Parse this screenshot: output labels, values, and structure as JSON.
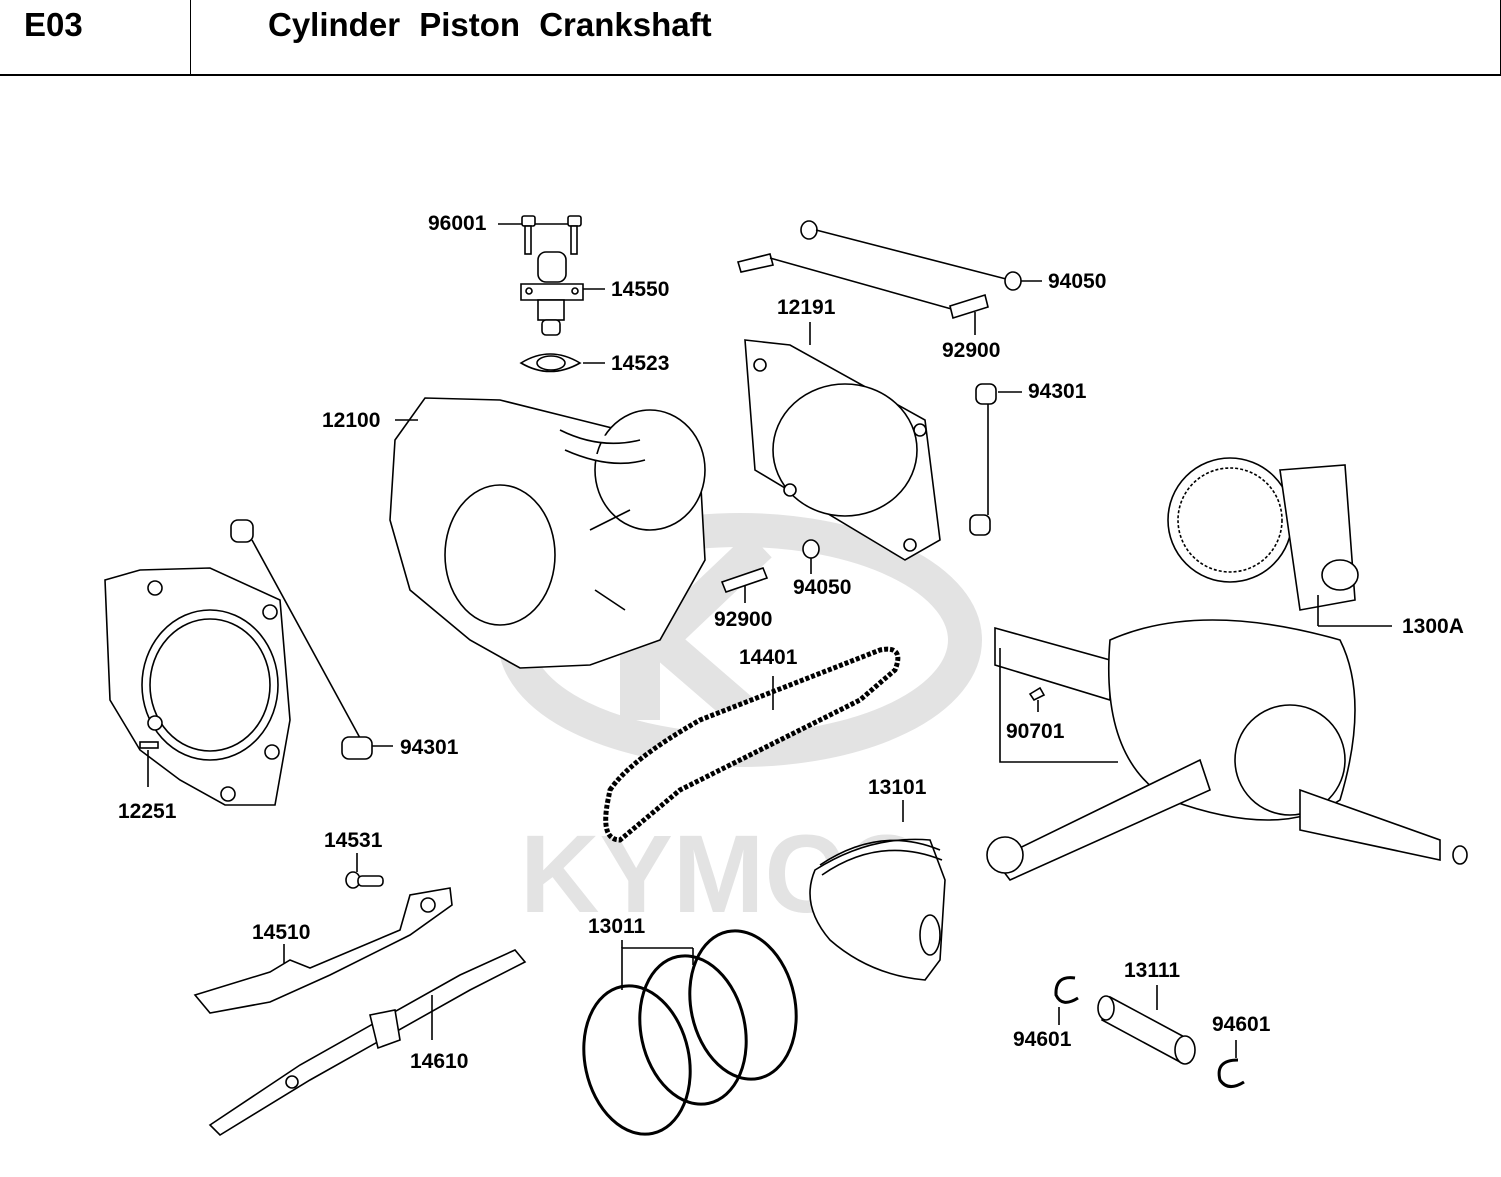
{
  "header": {
    "section_code": "E03",
    "title": "Cylinder  Piston  Crankshaft"
  },
  "watermark": {
    "text": "KYMCO",
    "color": "#e3e3e3"
  },
  "parts": [
    {
      "id": "p96001",
      "number": "96001",
      "name": "bolt"
    },
    {
      "id": "p14550",
      "number": "14550",
      "name": "cam-chain-tensioner"
    },
    {
      "id": "p14523",
      "number": "14523",
      "name": "tensioner-gasket"
    },
    {
      "id": "p12191",
      "number": "12191",
      "name": "cylinder-base-gasket"
    },
    {
      "id": "p94050_top",
      "number": "94050",
      "name": "nut"
    },
    {
      "id": "p92900_top",
      "number": "92900",
      "name": "stud-bolt"
    },
    {
      "id": "p94301_right",
      "number": "94301",
      "name": "dowel-pin"
    },
    {
      "id": "p12100",
      "number": "12100",
      "name": "cylinder"
    },
    {
      "id": "p94050_mid",
      "number": "94050",
      "name": "nut"
    },
    {
      "id": "p92900_mid",
      "number": "92900",
      "name": "stud-bolt"
    },
    {
      "id": "p14401",
      "number": "14401",
      "name": "cam-chain"
    },
    {
      "id": "p1300A",
      "number": "1300A",
      "name": "crankshaft-assy"
    },
    {
      "id": "p90701",
      "number": "90701",
      "name": "woodruff-key"
    },
    {
      "id": "p12251",
      "number": "12251",
      "name": "cylinder-head-gasket"
    },
    {
      "id": "p94301_left",
      "number": "94301",
      "name": "dowel-pin"
    },
    {
      "id": "p13101",
      "number": "13101",
      "name": "piston"
    },
    {
      "id": "p14531",
      "number": "14531",
      "name": "tensioner-pivot-bolt"
    },
    {
      "id": "p14510",
      "number": "14510",
      "name": "tensioner-guide"
    },
    {
      "id": "p13011",
      "number": "13011",
      "name": "piston-ring-set"
    },
    {
      "id": "p14610",
      "number": "14610",
      "name": "chain-guide"
    },
    {
      "id": "p13111",
      "number": "13111",
      "name": "piston-pin"
    },
    {
      "id": "p94601_left",
      "number": "94601",
      "name": "circlip"
    },
    {
      "id": "p94601_right",
      "number": "94601",
      "name": "circlip"
    }
  ]
}
